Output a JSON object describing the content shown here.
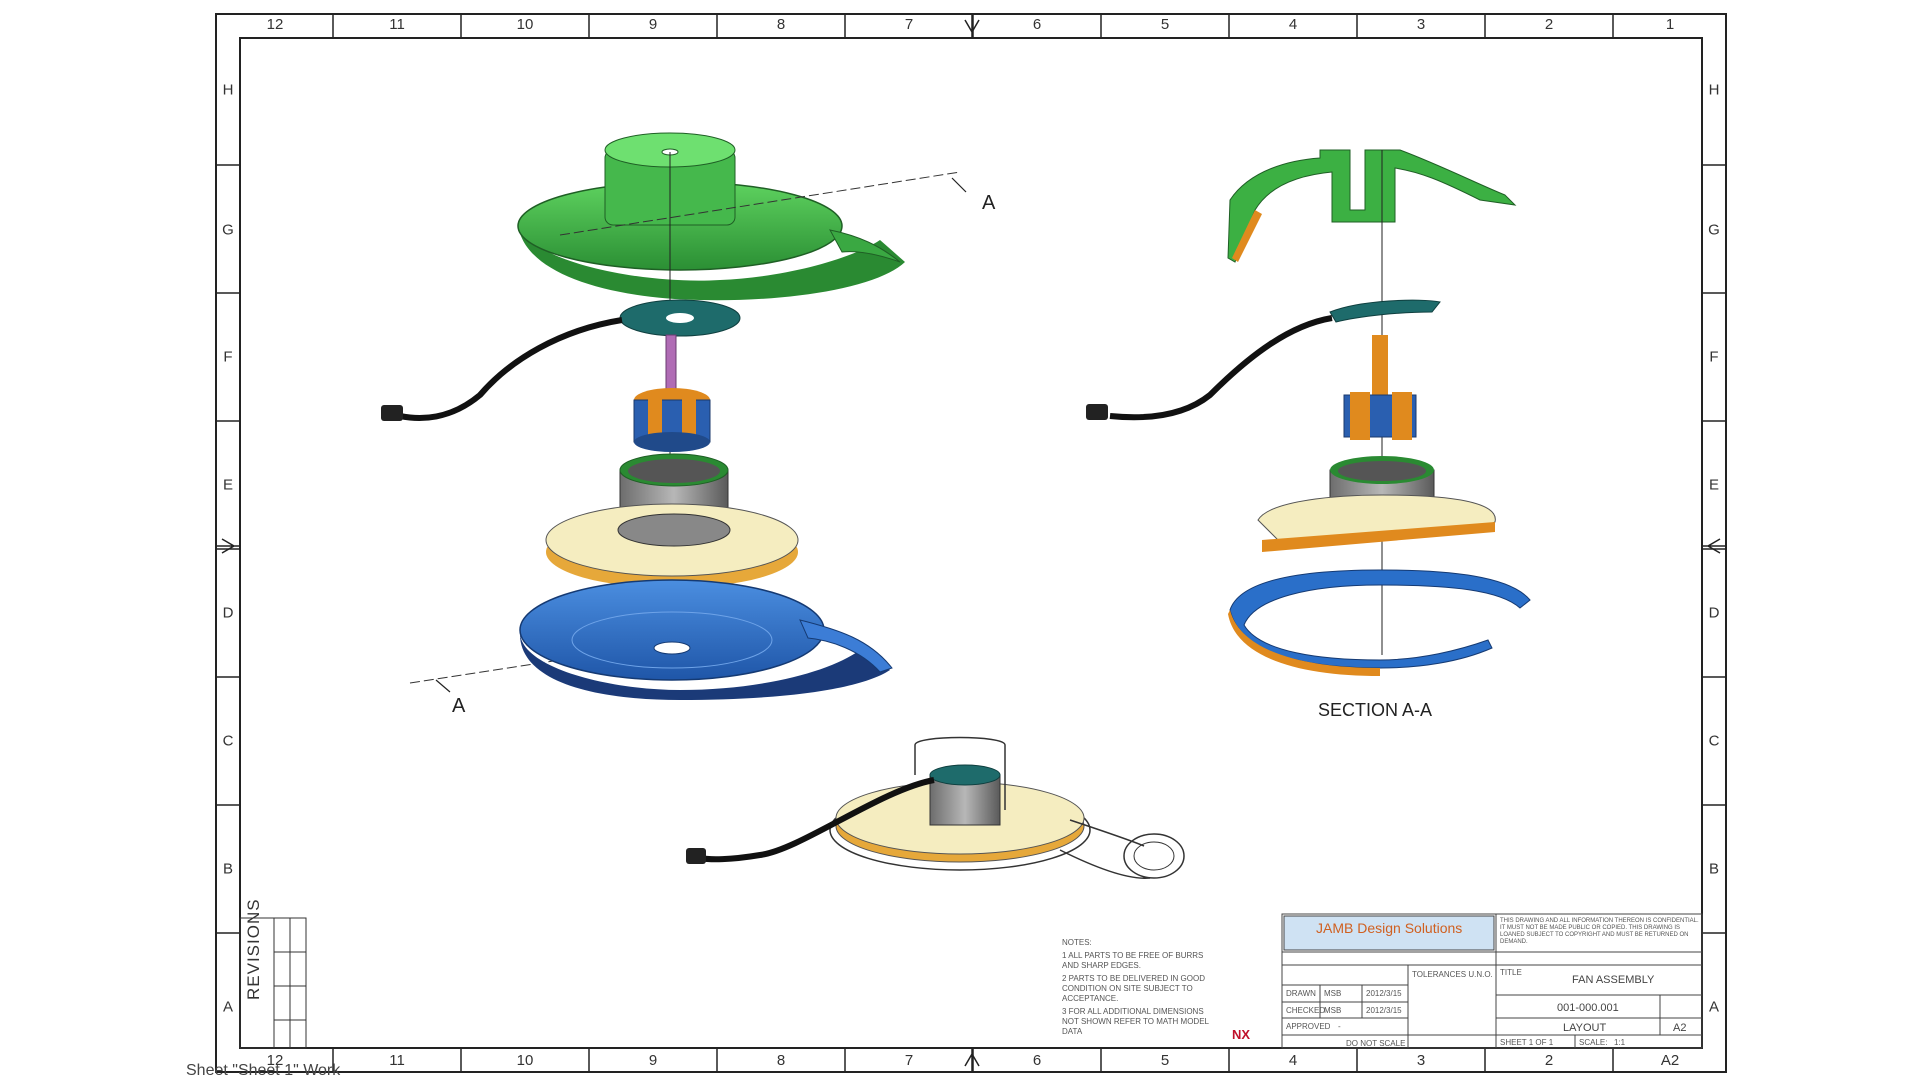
{
  "sheet": {
    "zones_horizontal": [
      "12",
      "11",
      "10",
      "9",
      "8",
      "7",
      "6",
      "5",
      "4",
      "3",
      "2",
      "1"
    ],
    "zones_vertical": [
      "H",
      "G",
      "F",
      "E",
      "D",
      "C",
      "B",
      "A"
    ],
    "bottom_last_zone": "A2"
  },
  "status_text": "Sheet \"Sheet 1\" Work",
  "revisions_label": "REVISIONS",
  "section_marker": "A",
  "section_title": "SECTION A-A",
  "notes": {
    "title": "NOTES:",
    "items": [
      "1  ALL PARTS TO BE FREE OF BURRS AND SHARP EDGES.",
      "2  PARTS TO BE DELIVERED IN GOOD CONDITION ON SITE SUBJECT TO ACCEPTANCE.",
      "3  FOR ALL ADDITIONAL DIMENSIONS NOT SHOWN REFER TO MATH MODEL DATA"
    ]
  },
  "title_block": {
    "company": "JAMB Design Solutions",
    "confidential": "THIS DRAWING AND ALL INFORMATION THEREON IS CONFIDENTIAL. IT MUST NOT BE MADE PUBLIC OR COPIED. THIS DRAWING IS LOANED SUBJECT TO COPYRIGHT AND MUST BE RETURNED ON DEMAND.",
    "tolerances": "TOLERANCES U.N.O.",
    "drawn_label": "DRAWN",
    "drawn_by": "MSB",
    "drawn_date": "2012/3/15",
    "checked_label": "CHECKED",
    "checked_by": "MSB",
    "checked_date": "2012/3/15",
    "approved_label": "APPROVED",
    "approved_by": "-",
    "do_not_scale": "DO NOT SCALE",
    "title_label": "TITLE",
    "title": "FAN ASSEMBLY",
    "number": "001-000.001",
    "desc": "LAYOUT",
    "size": "A2",
    "sheet_of": "SHEET 1 OF 1",
    "scale_label": "SCALE:",
    "scale": "1:1"
  },
  "nx_logo": "NX",
  "colors": {
    "housing_top": "#3cb043",
    "housing_bottom": "#2a6fc9",
    "plate": "#f5edc0",
    "cut_face": "#e08a1e",
    "border": "#222222"
  }
}
